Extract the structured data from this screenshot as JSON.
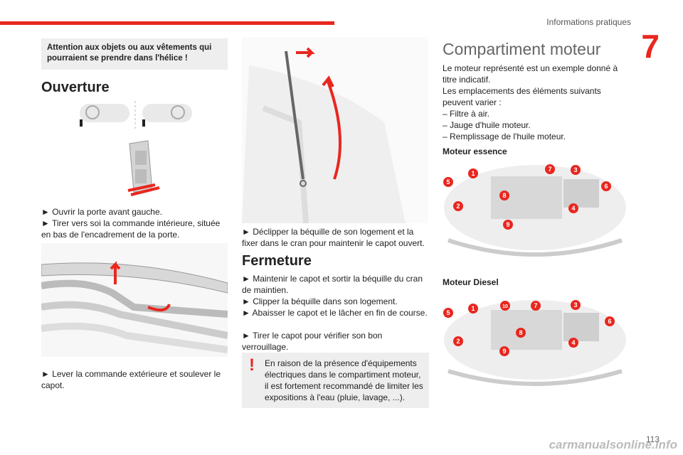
{
  "header": {
    "section": "Informations pratiques",
    "chapter": "7"
  },
  "left": {
    "warning": "Attention aux objets ou aux vêtements qui pourraient se prendre dans l'hélice !",
    "ouverture_title": "Ouverture",
    "step1": "► Ouvrir la porte avant gauche.",
    "step2": "► Tirer vers soi la commande intérieure, située en bas de l'encadrement de la porte.",
    "step3": "► Lever la commande extérieure et soulever le capot."
  },
  "middle": {
    "step4": "► Déclipper la béquille de son logement et la fixer dans le cran pour maintenir le capot ouvert.",
    "fermeture_title": "Fermeture",
    "close1": "► Maintenir le capot et sortir la béquille du cran de maintien.",
    "close2": "► Clipper la béquille dans son logement.",
    "close3": "► Abaisser le capot et le lâcher en fin de course.",
    "close4": "► Tirer le capot pour vérifier son bon verrouillage.",
    "alert": "En raison de la présence d'équipements électriques dans le compartiment moteur, il est fortement recommandé de limiter les expositions à l'eau (pluie, lavage, ...)."
  },
  "right": {
    "title": "Compartiment moteur",
    "intro1": "Le moteur représenté est un exemple donné à titre indicatif.",
    "intro2": "Les emplacements des éléments suivants peuvent varier :",
    "list": [
      "– Filtre à air.",
      "– Jauge d'huile moteur.",
      "– Remplissage de l'huile moteur."
    ],
    "essence_title": "Moteur essence",
    "diesel_title": "Moteur Diesel",
    "essence_callouts": [
      "1",
      "2",
      "3",
      "4",
      "5",
      "6",
      "7",
      "8",
      "9"
    ],
    "diesel_callouts": [
      "1",
      "2",
      "3",
      "4",
      "5",
      "6",
      "7",
      "8",
      "9",
      "10"
    ]
  },
  "footer": {
    "page": "113",
    "watermark": "carmanualsonline.info"
  },
  "colors": {
    "accent": "#e8271f",
    "box": "#eeeeee"
  }
}
